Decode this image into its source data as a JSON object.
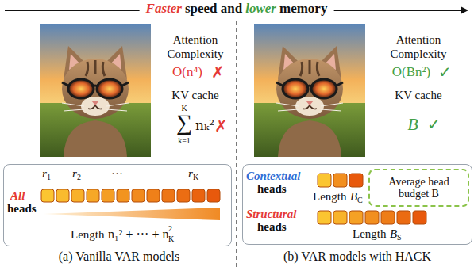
{
  "diagram": {
    "nodes": [
      {
        "text": [
          "r",
          "1",
          "r",
          "2",
          "···",
          "r",
          "K",
          "All",
          "heads",
          "Length",
          "n₁² + ··· + n",
          "2",
          "K"
        ]
      },
      {
        "text": [
          "Contextual",
          "heads",
          "Length",
          "B",
          "C",
          "Structural",
          "heads",
          "Length",
          "B",
          "S"
        ]
      },
      {
        "text": [
          "Average head budget B"
        ],
        "in": 1
      }
    ],
    "labels": [
      "Faster",
      "speed and",
      "lower",
      "memory",
      "Attention",
      "Complexity",
      "O(n⁴)",
      "✗",
      "KV cache",
      "K",
      "∑",
      "k=1",
      "nₖ²",
      "✗",
      "Attention",
      "Complexity",
      "O(Bn²)",
      "✓",
      "KV cache",
      "B",
      "✓",
      "(a) Vanilla VAR models",
      "(b) VAR models with HACK"
    ]
  }
}
